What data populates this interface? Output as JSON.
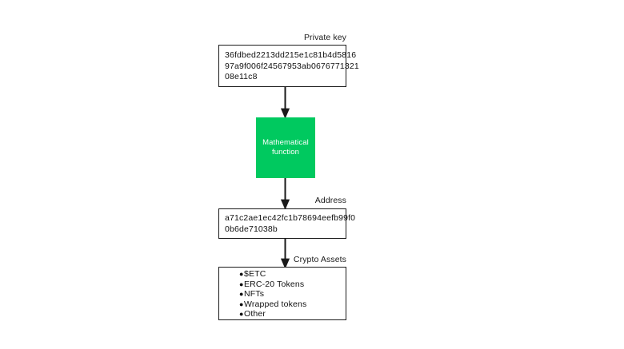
{
  "diagram": {
    "background_color": "#ffffff",
    "accent_color": "#00c95f",
    "line_color": "#1a1a1a",
    "nodes": {
      "private_key": {
        "label": "Private key",
        "value": "36fdbed2213dd215e1c81b4d5816\n97a9f006f24567953ab0676771321\n08e11c8"
      },
      "mathematical_function": {
        "text": "Mathematical\nfunction"
      },
      "address": {
        "label": "Address",
        "value": "a71c2ae1ec42fc1b78694eefb99f0\n0b6de71038b"
      },
      "crypto_assets": {
        "label": "Crypto Assets",
        "bullet": "●",
        "items": [
          {
            "name": "$ETC"
          },
          {
            "name": "ERC-20 Tokens"
          },
          {
            "name": "NFTs"
          },
          {
            "name": "Wrapped tokens"
          },
          {
            "name": "Other"
          }
        ]
      }
    }
  }
}
